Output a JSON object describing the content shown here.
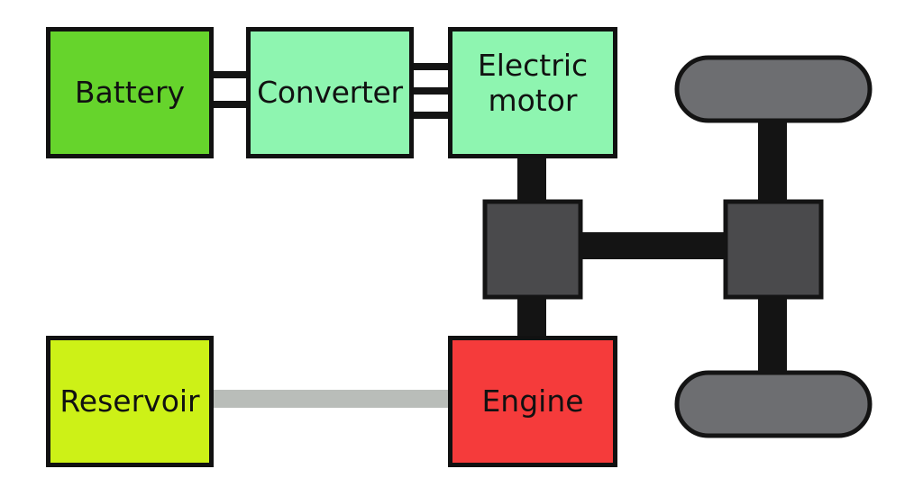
{
  "labels": {
    "battery": "Battery",
    "converter": "Converter",
    "motor": "Electric\nmotor",
    "reservoir": "Reservoir",
    "engine": "Engine"
  },
  "colors": {
    "battery": "#66d42c",
    "converter": "#8ef5b0",
    "motor": "#8ef5b0",
    "reservoir": "#cdf117",
    "engine": "#f53b3b",
    "gearbox": "#4a4a4c",
    "wheel": "#6d6e71",
    "shaft": "#141414",
    "fuel_line": "#b9bdb9"
  }
}
